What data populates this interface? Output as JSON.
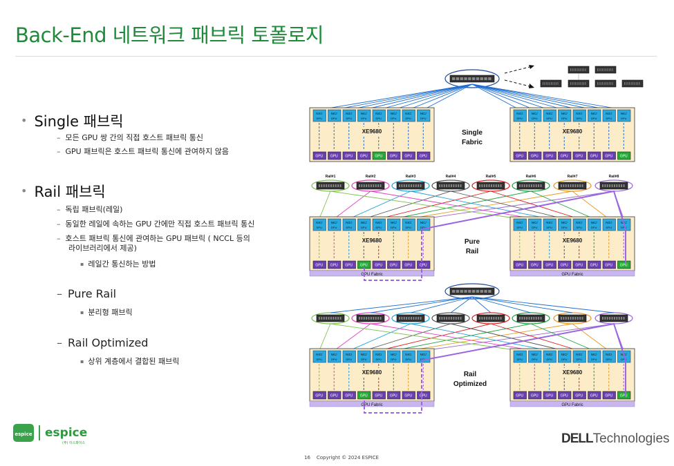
{
  "slide": {
    "title": "Back-End 네트워크 패브릭 토폴로지",
    "page_number": "16",
    "copyright": "Copyright © 2024 ESPICE"
  },
  "bullets": {
    "single": {
      "heading": "Single 패브릭",
      "items": [
        "모든 GPU 쌍 간의 직접 호스트 패브릭 통신",
        "GPU 패브릭은 호스트 패브릭 통신에 관여하지 않음"
      ]
    },
    "rail": {
      "heading": "Rail 패브릭",
      "items": [
        "독립 패브릭(레일)",
        "동일한 레일에 속하는 GPU 간에만 직접 호스트 패브릭 통신",
        "호스트 패브릭 통신에 관여하는 GPU 패브릭 ( NCCL 등의",
        "라이브러리에서 제공)"
      ],
      "sub": "레일간 통신하는 방법",
      "pure_rail": "Pure Rail",
      "pure_rail_sub": "분리형 패브릭",
      "rail_optimized": "Rail Optimized",
      "rail_optimized_sub": "상위 계층에서 결합된 패브릭"
    }
  },
  "diagram": {
    "server_model": "XE9680",
    "nic_label": "NIC/",
    "nic_sub": "DPU",
    "gpu_label": "GPU",
    "gpu_fabric": "GPU Fabric",
    "labels": {
      "single": [
        "Single",
        "Fabric"
      ],
      "pure": [
        "Pure",
        "Rail"
      ],
      "optimized": [
        "Rail",
        "Optimized"
      ]
    },
    "rails": [
      "Rail#1",
      "Rail#2",
      "Rail#3",
      "Rail#4",
      "Rail#5",
      "Rail#6",
      "Rail#7",
      "Rail#8"
    ],
    "rail_colors": [
      "#7cc34a",
      "#e040c0",
      "#1fa0d8",
      "#555555",
      "#e02020",
      "#20a040",
      "#e89a20",
      "#9966cc"
    ]
  },
  "brand": {
    "logo_badge": "espice",
    "logo_text": "espice",
    "logo_sub": "(주) 이스파이스",
    "dell_bold": "DELL",
    "dell_rest": "Technologies"
  }
}
